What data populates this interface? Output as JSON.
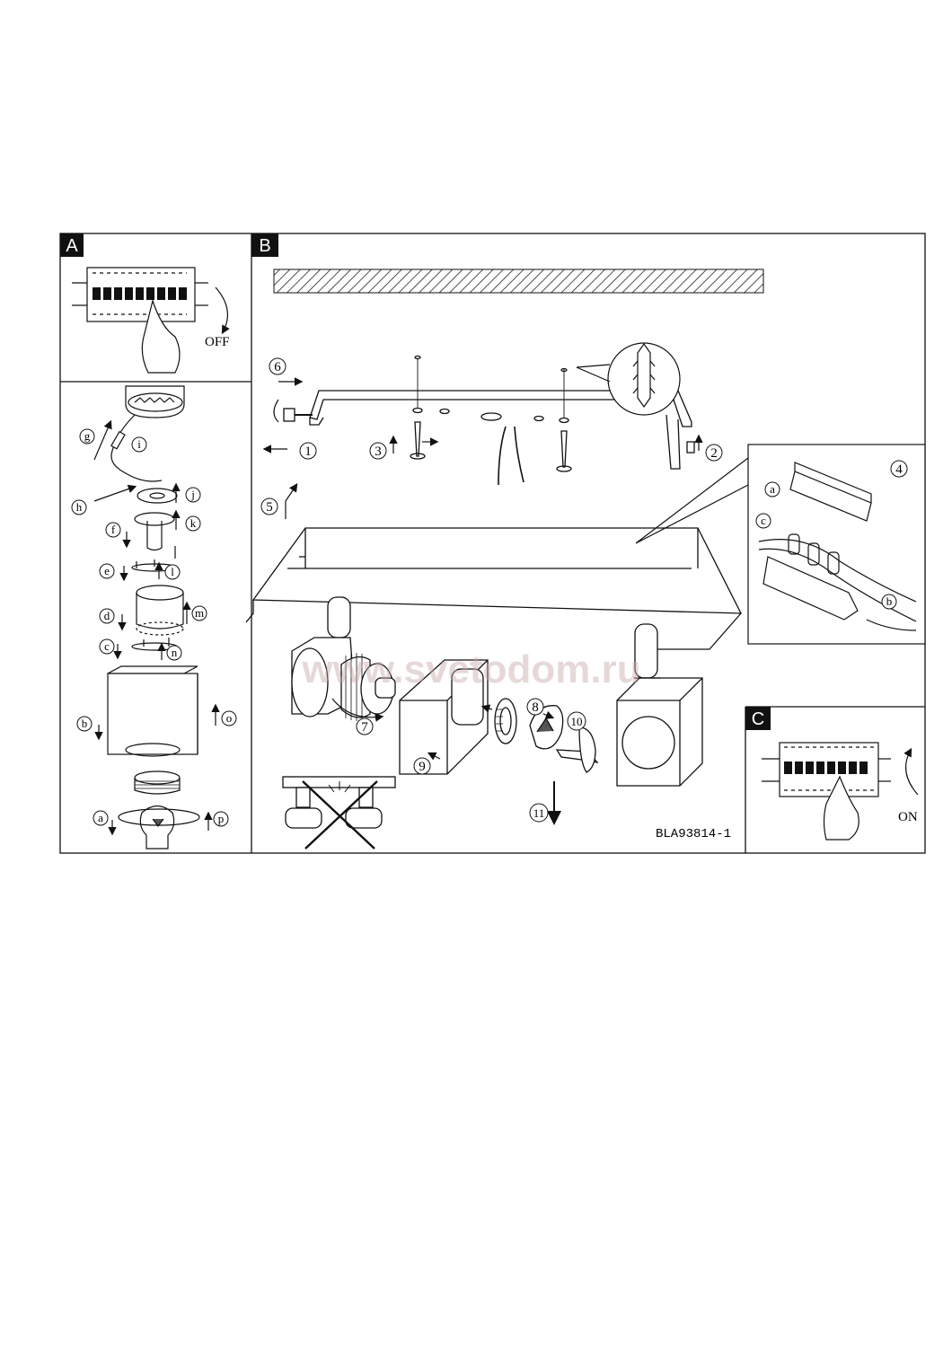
{
  "panels": {
    "a": {
      "letter": "A",
      "switch_label": "OFF"
    },
    "b": {
      "letter": "B"
    },
    "c": {
      "letter": "C",
      "switch_label": "ON"
    }
  },
  "left_steps": [
    "g",
    "i",
    "h",
    "j",
    "f",
    "k",
    "e",
    "l",
    "d",
    "m",
    "c",
    "n",
    "b",
    "o",
    "a",
    "p"
  ],
  "main_steps": [
    "1",
    "2",
    "3",
    "4",
    "5",
    "6",
    "7",
    "8",
    "9",
    "10",
    "11"
  ],
  "connector_steps": [
    "a",
    "c",
    "b"
  ],
  "model_code": "BLA93814-1",
  "watermark": "www.svetodom.ru"
}
